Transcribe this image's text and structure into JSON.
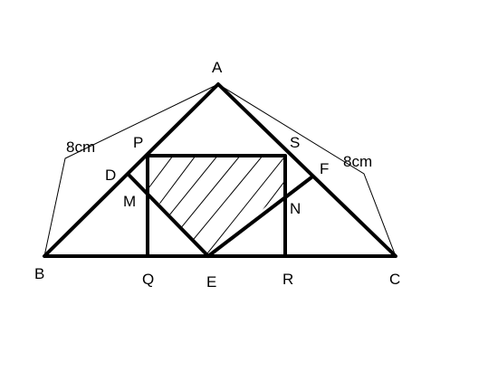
{
  "points": {
    "A": "A",
    "B": "B",
    "C": "C",
    "P": "P",
    "S": "S",
    "D": "D",
    "F": "F",
    "M": "M",
    "N": "N",
    "Q": "Q",
    "E": "E",
    "R": "R"
  },
  "measurements": {
    "AB": "8cm",
    "AC": "8cm"
  }
}
